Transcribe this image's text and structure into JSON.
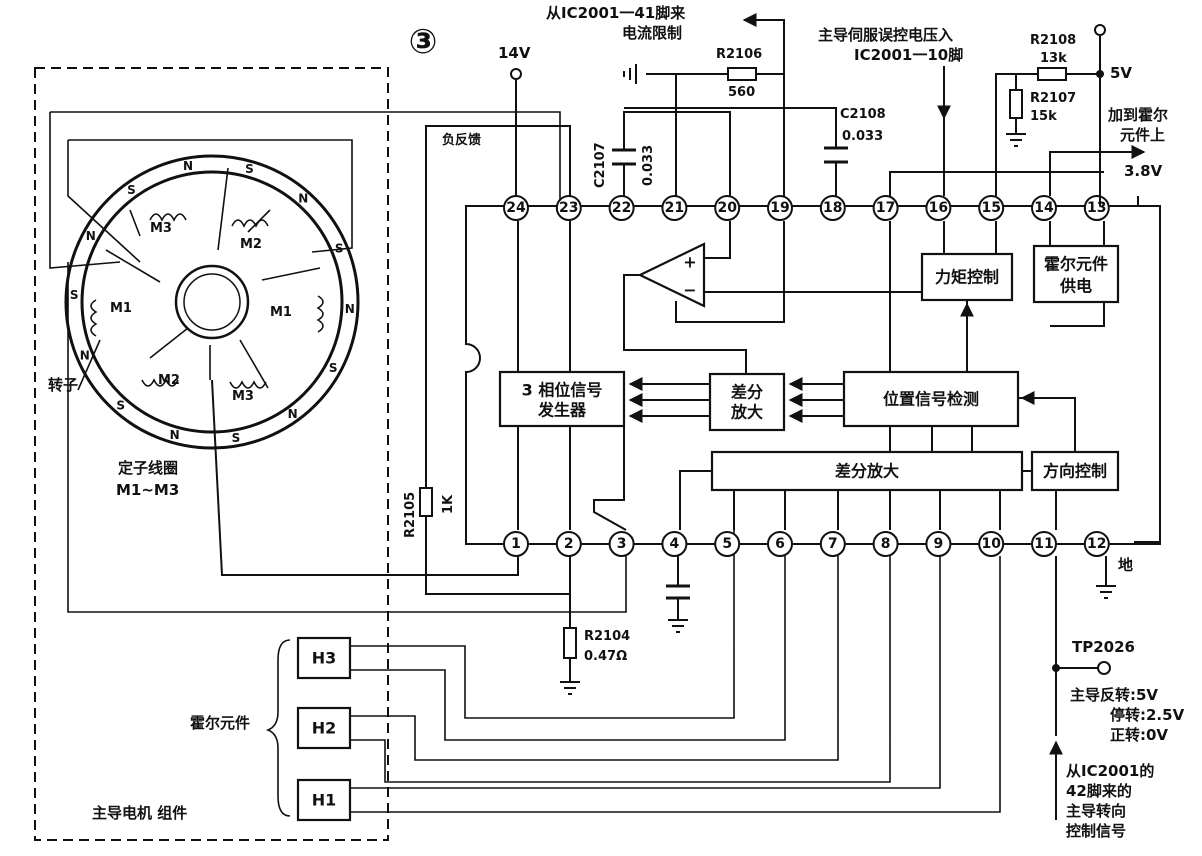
{
  "figure": {
    "number": "③"
  },
  "ic": {
    "pins_top": [
      "24",
      "23",
      "22",
      "21",
      "20",
      "19",
      "18",
      "17",
      "16",
      "15",
      "14",
      "13"
    ],
    "pins_bottom": [
      "1",
      "2",
      "3",
      "4",
      "5",
      "6",
      "7",
      "8",
      "9",
      "10",
      "11",
      "12"
    ]
  },
  "blocks": {
    "torque": "力矩控制",
    "hall_supply_l1": "霍尔元件",
    "hall_supply_l2": "供电",
    "three_phase_l1": "3 相位信号",
    "three_phase_l2": "发生器",
    "diff_small_l1": "差分",
    "diff_small_l2": "放大",
    "position": "位置信号检测",
    "diff_large": "差分放大",
    "direction": "方向控制"
  },
  "components": {
    "r2106": "R2106",
    "r2106_val": "560",
    "c2108": "C2108",
    "c2108_val": "0.033",
    "c2107": "C2107",
    "c2107_val": "0.033",
    "r2108": "R2108",
    "r2108_val": "13k",
    "r2107": "R2107",
    "r2107_val": "15k",
    "r2105": "R2105",
    "r2105_val": "1K",
    "r2104": "R2104",
    "r2104_val": "0.47Ω"
  },
  "labels": {
    "v14": "14V",
    "v5": "5V",
    "v38": "3.8V",
    "from41_l1": "从IC2001一41脚来",
    "from41_l2": "电流限制",
    "servo_l1": "主导伺服误控电压入",
    "servo_l2": "IC2001一10脚",
    "hall_add_l1": "加到霍尔",
    "hall_add_l2": "元件上",
    "neg_fb": "负反馈",
    "ground": "地",
    "tp": "TP2026",
    "rev": "主导反转:5V",
    "stop": "停转:2.5V",
    "fwd": "正转:0V",
    "from42_l1": "从IC2001的",
    "from42_l2": "42脚来的",
    "from42_l3": "主导转向",
    "from42_l4": "控制信号",
    "rotor": "转子",
    "stator_l1": "定子线圈",
    "stator_l2": "M1~M3",
    "hall_elements": "霍尔元件",
    "motor_assembly": "主导电机 组件"
  },
  "motor": {
    "h1": "H1",
    "h2": "H2",
    "h3": "H3",
    "m1a": "M1",
    "m1b": "M1",
    "m2a": "M2",
    "m2b": "M2",
    "m3a": "M3",
    "m3b": "M3",
    "poles": [
      "N",
      "S",
      "N",
      "S",
      "N",
      "S",
      "N",
      "S",
      "N",
      "S",
      "N",
      "S",
      "N",
      "S"
    ]
  }
}
